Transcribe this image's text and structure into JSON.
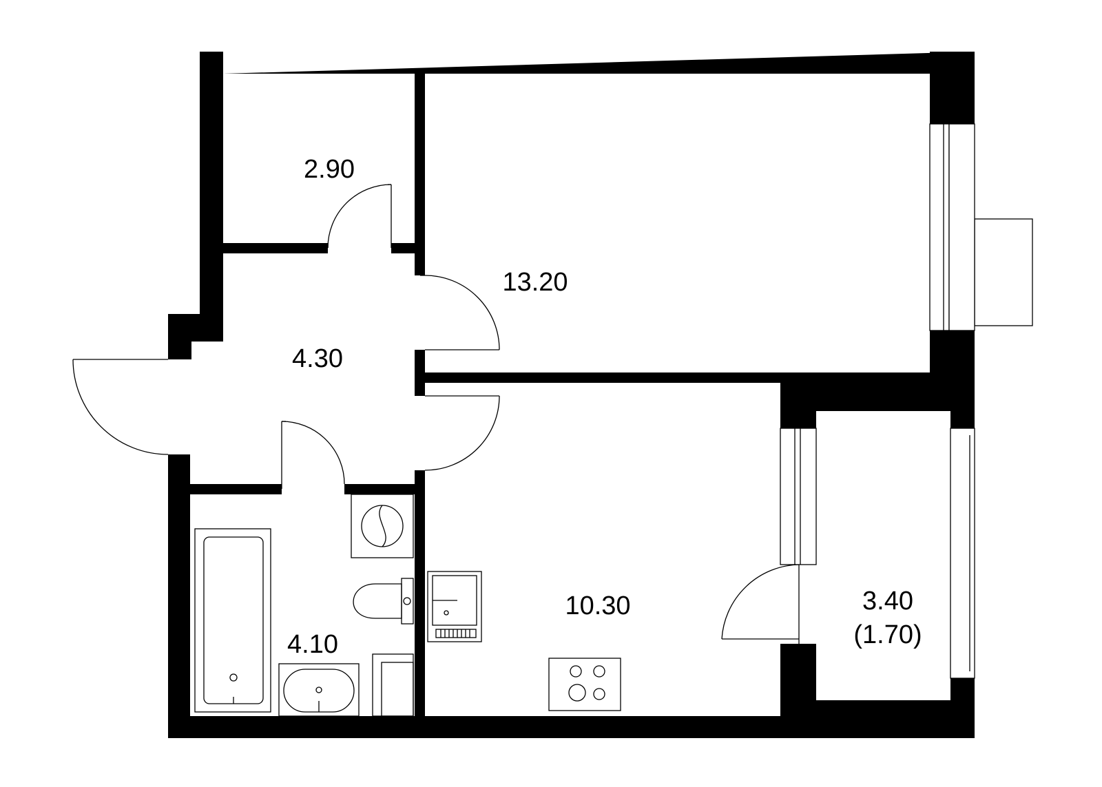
{
  "rooms": {
    "storage": {
      "area": "2.90"
    },
    "bedroom": {
      "area": "13.20"
    },
    "hallway": {
      "area": "4.30"
    },
    "bathroom": {
      "area": "4.10"
    },
    "kitchen": {
      "area": "10.30"
    },
    "balcony": {
      "area": "3.40",
      "area_reduced": "(1.70)"
    }
  },
  "colors": {
    "wall": "#000000",
    "background": "#ffffff",
    "fixture_stroke": "#000000"
  }
}
